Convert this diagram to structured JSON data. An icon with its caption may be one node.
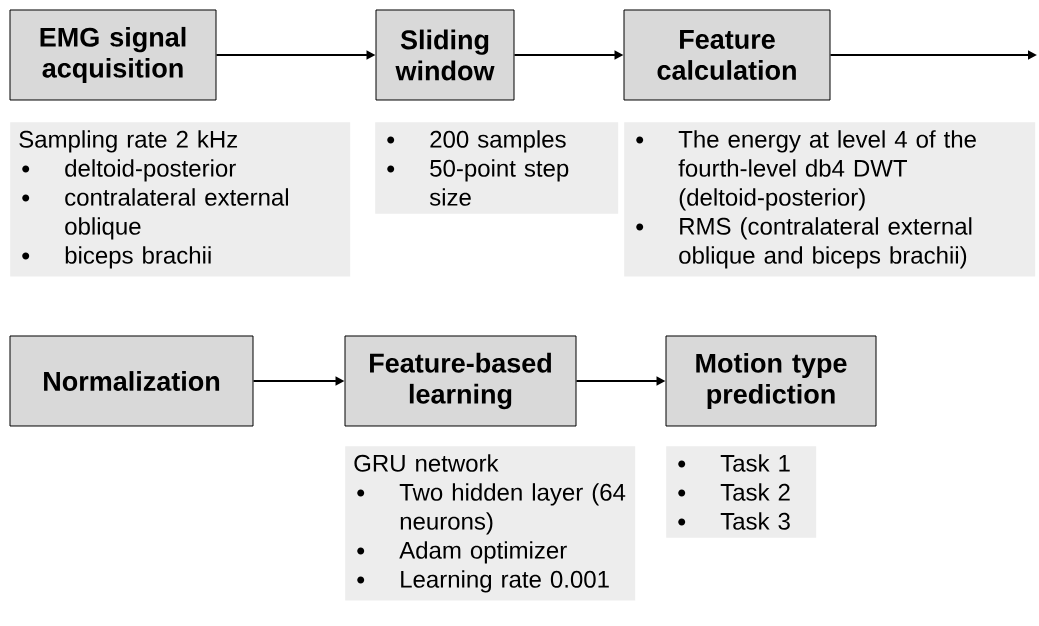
{
  "diagram": {
    "nodes": [
      {
        "text": [
          "EMG signal acquisition"
        ]
      },
      {
        "text": [
          "Sliding window"
        ]
      },
      {
        "text": [
          "Feature calculation"
        ]
      },
      {
        "text": [
          "Sampling rate 2 kHz",
          "deltoid-posterior",
          "contralateral external oblique",
          "biceps brachii"
        ]
      },
      {
        "text": [
          "200 samples",
          "50-point step size"
        ]
      },
      {
        "text": [
          "The energy at level 4 of the fourth-level db4 DWT (deltoid-posterior)",
          "RMS (contralateral external oblique and biceps brachii)"
        ]
      },
      {
        "text": [
          "Normalization"
        ]
      },
      {
        "text": [
          "Feature-based learning"
        ]
      },
      {
        "text": [
          "Motion type prediction"
        ]
      },
      {
        "text": [
          "GRU network",
          "Two hidden layer (64 neurons)",
          "Adam optimizer",
          "Learning rate 0.001"
        ]
      },
      {
        "text": [
          "Task 1",
          "Task 2",
          "Task 3"
        ]
      }
    ],
    "edges": [
      {
        "from": 0,
        "to": 1,
        "arrow": "to"
      },
      {
        "from": 1,
        "to": 2,
        "arrow": "to"
      },
      {
        "from": 2,
        "to": null,
        "arrow": "to"
      },
      {
        "from": 6,
        "to": 7,
        "arrow": "to"
      },
      {
        "from": 7,
        "to": 8,
        "arrow": "to"
      }
    ]
  }
}
